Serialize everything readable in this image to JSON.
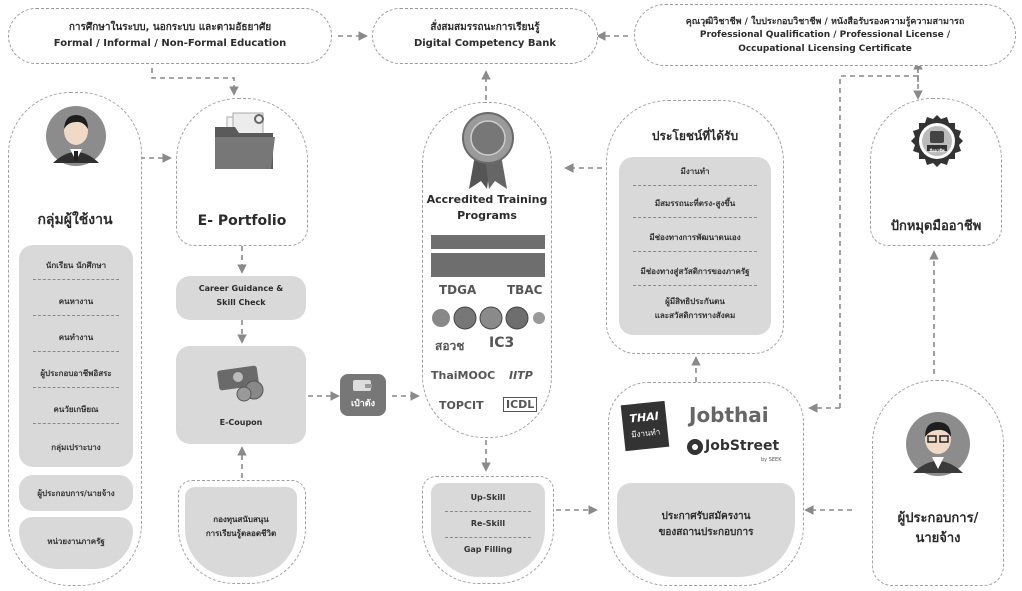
{
  "top": {
    "education_thai": "การศึกษาในระบบ, นอกระบบ และตามอัธยาศัย",
    "education_en": "Formal / Informal / Non-Formal Education",
    "bank_thai": "สั่งสมสมรรถนะการเรียนรู้",
    "bank_en": "Digital Competency Bank",
    "qual_thai": "คุณวุฒิวิชาชีพ / ใบประกอบวิชาชีพ / หนังสือรับรองความรู้ความสามารถ",
    "qual_en_1": "Professional Qualification / Professional License /",
    "qual_en_2": "Occupational Licensing Certificate"
  },
  "users": {
    "title": "กลุ่มผู้ใช้งาน",
    "items": [
      "นักเรียน นักศึกษา",
      "คนหางาน",
      "คนทำงาน",
      "ผู้ประกอบอาชีพอิสระ",
      "คนวัยเกษียณ",
      "กลุ่มเปราะบาง"
    ],
    "employer": "ผู้ประกอบการ/นายจ้าง",
    "government": "หน่วยงานภาครัฐ"
  },
  "portfolio": {
    "title": "E- Portfolio",
    "career_1": "Career Guidance &",
    "career_2": "Skill Check",
    "coupon": "E-Coupon",
    "fund_1": "กองทุนสนับสนุน",
    "fund_2": "การเรียนรู้ตลอดชีวิต"
  },
  "paotang": {
    "label": "เป๋าตัง"
  },
  "training": {
    "title_1": "Accredited Training",
    "title_2": "Programs",
    "logos": [
      "TDGA",
      "TBAC",
      "สอวช",
      "IC3",
      "ThaiMOOC",
      "IITP",
      "TOPCIT",
      "ICDL"
    ],
    "skills": [
      "Up-Skill",
      "Re-Skill",
      "Gap Filling"
    ]
  },
  "benefits": {
    "title": "ประโยชน์ที่ได้รับ",
    "items": [
      "มีงานทำ",
      "มีสมรรถนะที่ตรง-สูงขึ้น",
      "มีช่องทางการพัฒนาตนเอง",
      "มีช่องทางสู่สวัสดิการของภาครัฐ"
    ],
    "last_1": "ผู้มีสิทธิประกันตน",
    "last_2": "และสวัสดิการทางสังคม"
  },
  "jobs": {
    "thai_logo_1": "THAI",
    "thai_logo_2": "มีงานทำ",
    "jobthai": "Jobthai",
    "jobstreet": "JobStreet",
    "jobstreet_sub": "by SEEK",
    "announce_1": "ประกาศรับสมัครงาน",
    "announce_2": "ของสถานประกอบการ"
  },
  "passport": {
    "title": "ปักหมุดมืออาชีพ",
    "badge": "มืออาชีพ"
  },
  "employer": {
    "title_1": "ผู้ประกอบการ/",
    "title_2": "นายจ้าง"
  }
}
